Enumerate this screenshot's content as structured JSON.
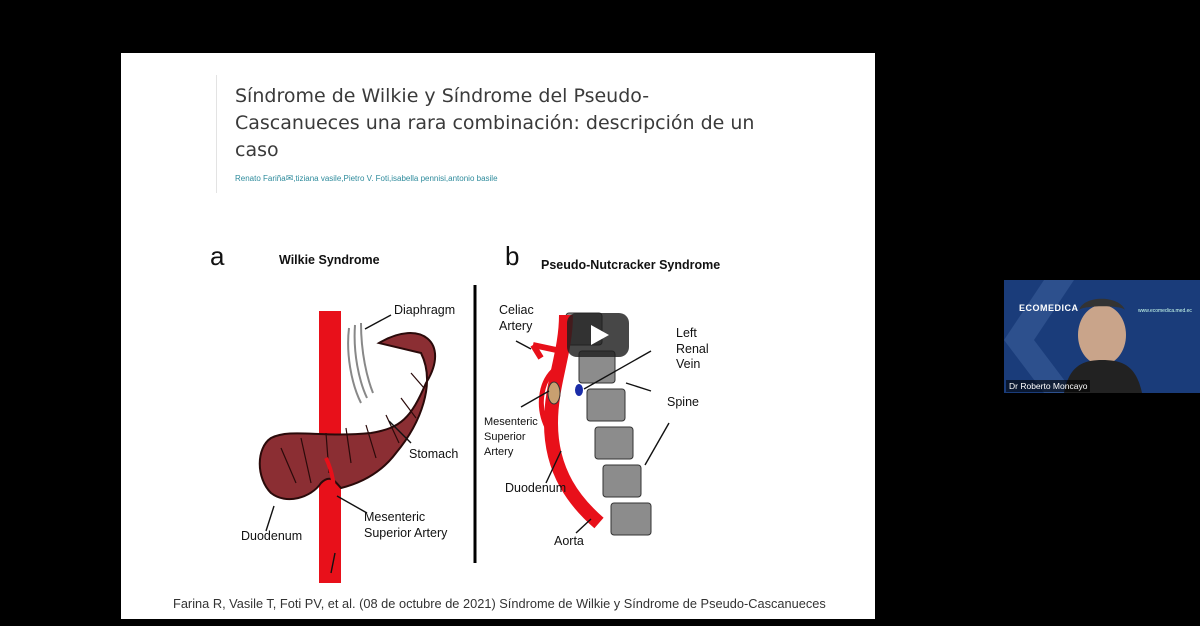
{
  "slide": {
    "title": "Síndrome de Wilkie y Síndrome del Pseudo-Cascanueces una rara combinación: descripción de un caso",
    "authors_first": "Renato Fariña",
    "authors_rest": ",tiziana vasile,Pietro V. Foti,isabella pennisi,antonio basile",
    "panel_a": {
      "letter": "a",
      "title": "Wilkie Syndrome",
      "labels": {
        "diaphragm": "Diaphragm",
        "stomach": "Stomach",
        "duodenum": "Duodenum",
        "mesenteric": "Mesenteric Superior Artery"
      }
    },
    "panel_b": {
      "letter": "b",
      "title": "Pseudo-Nutcracker Syndrome",
      "labels": {
        "celiac": "Celiac Artery",
        "left_renal": "Left Renal Vein",
        "spine": "Spine",
        "mesenteric": "Mesenteric Superior Artery",
        "duodenum": "Duodenum",
        "aorta": "Aorta"
      }
    },
    "citation": "Farina R, Vasile T, Foti PV, et al. (08 de octubre de 2021) Síndrome de Wilkie y Síndrome de Pseudo-Cascanueces"
  },
  "player": {
    "play_icon": "play-icon"
  },
  "webcam": {
    "logo": "ECOMEDICA",
    "url": "www.ecomedica.med.ec",
    "speaker_name": "Dr Roberto Moncayo"
  }
}
